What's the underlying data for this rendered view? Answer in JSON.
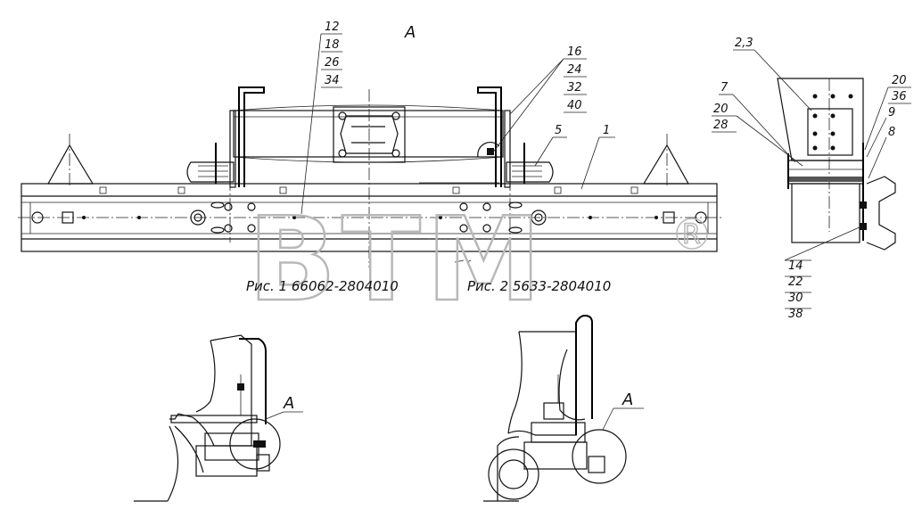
{
  "view_label": "A",
  "callouts": {
    "c1": [
      "12",
      "18",
      "26",
      "34"
    ],
    "c2": [
      "16",
      "24",
      "32",
      "40"
    ],
    "c3": [
      "5"
    ],
    "c4": [
      "1"
    ],
    "c5": [
      "2,3"
    ],
    "c6": [
      "7"
    ],
    "c7": [
      "20",
      "28"
    ],
    "c8": [
      "20",
      "36"
    ],
    "c9": [
      "9"
    ],
    "c10": [
      "8"
    ],
    "c11": [
      "14",
      "22",
      "30",
      "38"
    ]
  },
  "captions": {
    "fig1": "Рис. 1  66062-2804010",
    "fig2": "Рис. 2   5633-2804010"
  },
  "vehicle_labels": {
    "left": "A",
    "right": "A"
  },
  "watermark": {
    "text": "ВТМ",
    "mark": "R"
  }
}
